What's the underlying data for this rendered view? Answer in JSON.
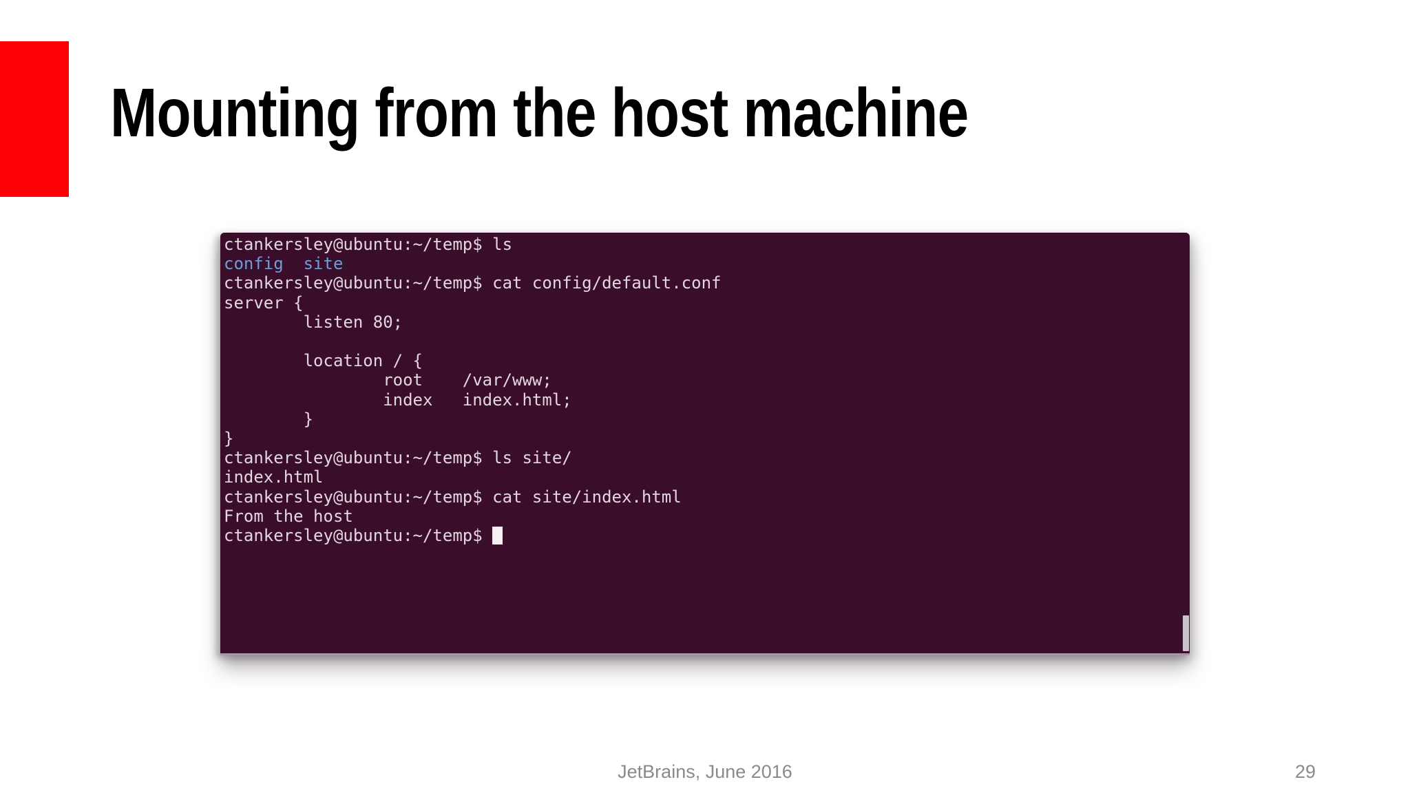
{
  "slide": {
    "title": "Mounting from the host machine",
    "accent_color": "#fc0103",
    "footer_credit": "JetBrains, June 2016",
    "page_number": "29"
  },
  "terminal": {
    "colors": {
      "background": "#3a0e2b",
      "foreground": "#e3d6de",
      "directory": "#6a9fd8",
      "cursor": "#f6eff4",
      "scrollbar": "#ccc3ca"
    },
    "lines": [
      {
        "segments": [
          {
            "text": "ctankersley@ubuntu:~/temp$ ls"
          }
        ]
      },
      {
        "segments": [
          {
            "text": "config",
            "color": "directory"
          },
          {
            "text": "  "
          },
          {
            "text": "site",
            "color": "directory"
          }
        ]
      },
      {
        "segments": [
          {
            "text": "ctankersley@ubuntu:~/temp$ cat config/default.conf"
          }
        ]
      },
      {
        "segments": [
          {
            "text": "server {"
          }
        ]
      },
      {
        "segments": [
          {
            "text": "        listen 80;"
          }
        ]
      },
      {
        "segments": [
          {
            "text": ""
          }
        ]
      },
      {
        "segments": [
          {
            "text": "        location / {"
          }
        ]
      },
      {
        "segments": [
          {
            "text": "                root    /var/www;"
          }
        ]
      },
      {
        "segments": [
          {
            "text": "                index   index.html;"
          }
        ]
      },
      {
        "segments": [
          {
            "text": "        }"
          }
        ]
      },
      {
        "segments": [
          {
            "text": "}"
          }
        ]
      },
      {
        "segments": [
          {
            "text": "ctankersley@ubuntu:~/temp$ ls site/"
          }
        ]
      },
      {
        "segments": [
          {
            "text": "index.html"
          }
        ]
      },
      {
        "segments": [
          {
            "text": "ctankersley@ubuntu:~/temp$ cat site/index.html"
          }
        ]
      },
      {
        "segments": [
          {
            "text": "From the host"
          }
        ]
      },
      {
        "segments": [
          {
            "text": "ctankersley@ubuntu:~/temp$ "
          }
        ],
        "cursor": true
      }
    ]
  }
}
